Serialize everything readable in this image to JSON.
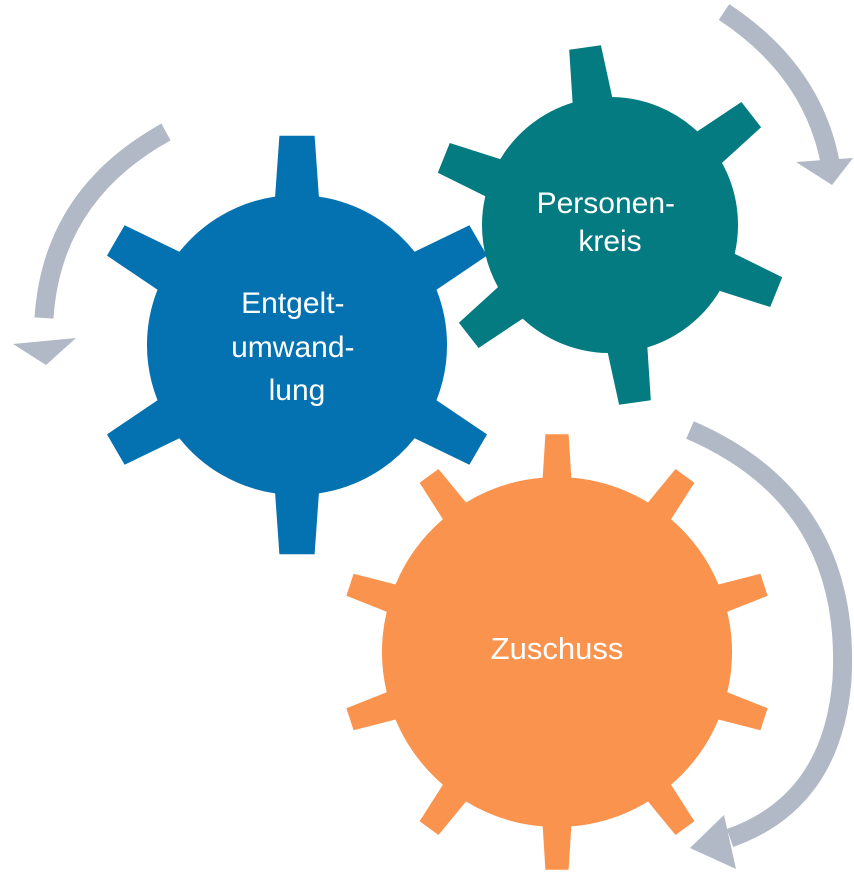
{
  "diagram": {
    "gears": [
      {
        "id": "entgelt",
        "lines": [
          "Entgelt-",
          "umwand-",
          "lung"
        ],
        "color": "#0472b0"
      },
      {
        "id": "personen",
        "lines": [
          "Personen-",
          "kreis"
        ],
        "color": "#037b81"
      },
      {
        "id": "zuschuss",
        "lines": [
          "Zuschuss"
        ],
        "color": "#fa934e"
      }
    ],
    "arrow_color": "#b1b8c6",
    "background": "#ffffff"
  }
}
